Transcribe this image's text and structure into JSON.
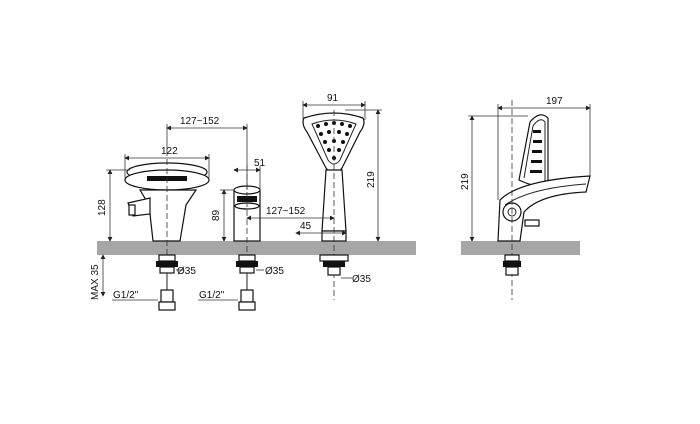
{
  "dimensions": {
    "d_127_152_top": "127~152",
    "d_122": "122",
    "d_51": "51",
    "d_128": "128",
    "d_89": "89",
    "d_127_152_mid": "127~152",
    "d_45": "45",
    "d_91": "91",
    "d_219_left": "219",
    "d_197": "197",
    "d_219_right": "219",
    "d_35_a": "Ø35",
    "d_35_b": "Ø35",
    "d_35_c": "Ø35",
    "d_max35": "MAX 35",
    "d_g12_a": "G1/2\"",
    "d_g12_b": "G1/2\""
  },
  "colors": {
    "line": "#111111",
    "deck": "#a6a6a6",
    "background": "#ffffff"
  }
}
